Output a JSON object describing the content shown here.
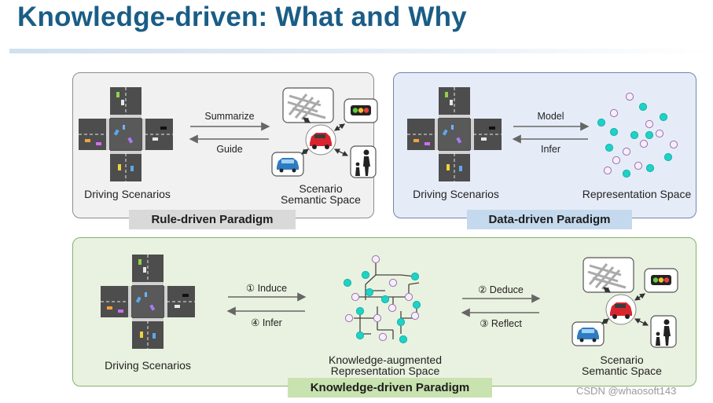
{
  "title": "Knowledge-driven: What and Why",
  "rule_panel": {
    "left_label": "Driving Scenarios",
    "arrow_top": "Summarize",
    "arrow_bottom": "Guide",
    "right_label_line1": "Scenario",
    "right_label_line2": "Semantic Space",
    "tag": "Rule-driven Paradigm"
  },
  "data_panel": {
    "left_label": "Driving Scenarios",
    "arrow_top": "Model",
    "arrow_bottom": "Infer",
    "right_label": "Representation Space",
    "tag": "Data-driven Paradigm"
  },
  "knowledge_panel": {
    "left_label": "Driving Scenarios",
    "arrow1_top": "① Induce",
    "arrow1_bottom": "④ Infer",
    "center_label_line1": "Knowledge-augmented",
    "center_label_line2": "Representation Space",
    "arrow2_top": "② Deduce",
    "arrow2_bottom": "③ Reflect",
    "right_label_line1": "Scenario",
    "right_label_line2": "Semantic Space",
    "tag": "Knowledge-driven Paradigm"
  },
  "watermark": "CSDN @whaosoft143",
  "colors": {
    "title": "#1a5d86",
    "teal": "#1fd1c6",
    "lavender": "#c9a8d8",
    "rule_bg": "#f1f1f1",
    "data_bg": "#e6ecf7",
    "knowledge_bg": "#e9f2e0"
  },
  "icons": [
    "intersection-icon",
    "road-map-icon",
    "traffic-light-icon",
    "red-car-icon",
    "blue-car-icon",
    "pedestrian-icon"
  ]
}
